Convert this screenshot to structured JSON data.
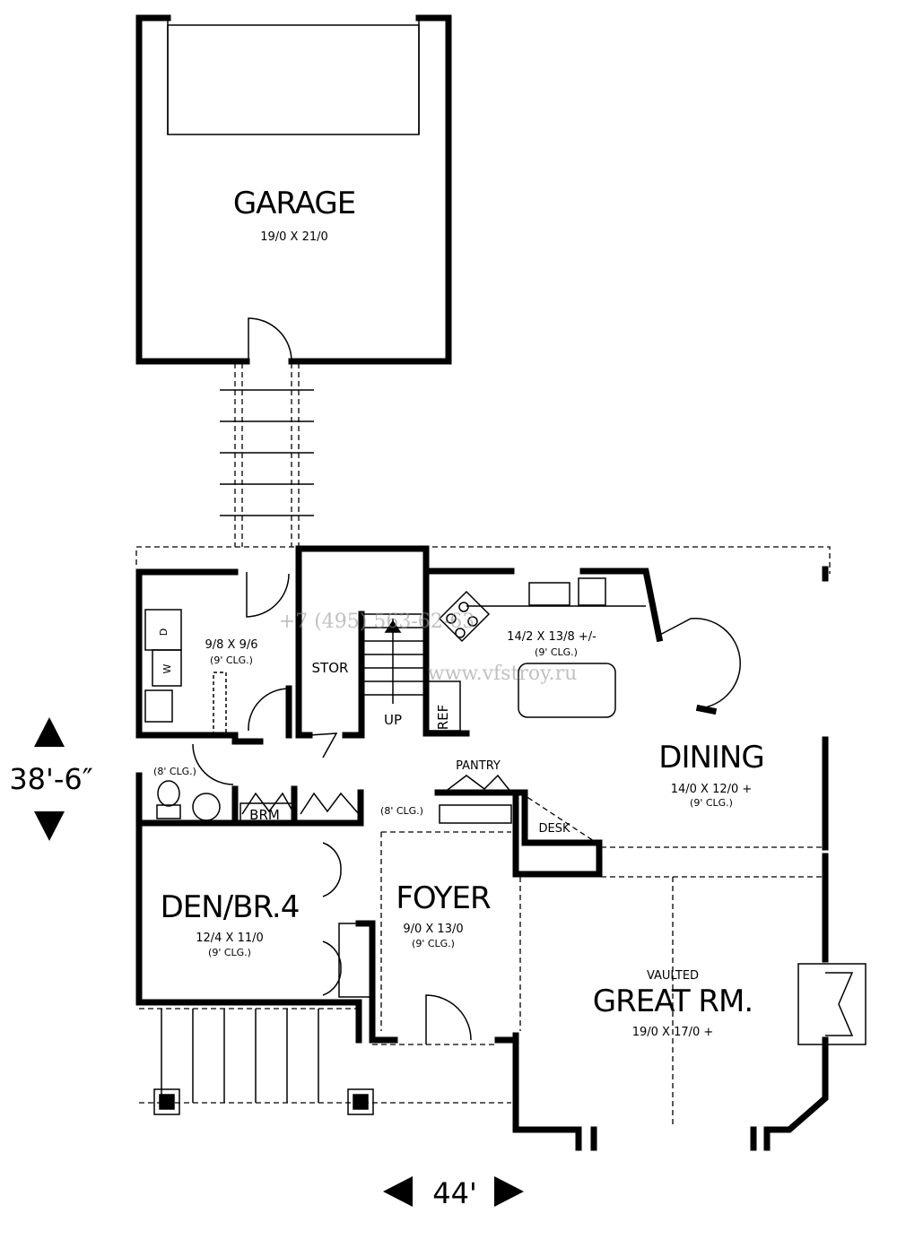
{
  "rooms": {
    "garage": {
      "name": "GARAGE",
      "size": "19/0 X 21/0"
    },
    "laundry": {
      "size": "9/8 X 9/6",
      "ceiling": "(9' CLG.)",
      "washer": "W",
      "dryer": "D"
    },
    "bath": {
      "ceiling": "(8' CLG.)"
    },
    "storage": {
      "name": "STOR"
    },
    "stairs": {
      "label": "UP"
    },
    "kitchen": {
      "size": "14/2 X 13/8 +/-",
      "ceiling": "(9' CLG.)",
      "fridge": "REF"
    },
    "broom": {
      "name": "BRM"
    },
    "pantry": {
      "name": "PANTRY",
      "ceiling": "(8' CLG.)"
    },
    "desk": {
      "name": "DESK"
    },
    "dining": {
      "name": "DINING",
      "size": "14/0 X 12/0 +",
      "ceiling": "(9' CLG.)"
    },
    "den": {
      "name": "DEN/BR.4",
      "size": "12/4 X 11/0",
      "ceiling": "(9' CLG.)"
    },
    "foyer": {
      "name": "FOYER",
      "size": "9/0 X 13/0",
      "ceiling": "(9' CLG.)"
    },
    "great_room": {
      "prefix": "VAULTED",
      "name": "GREAT RM.",
      "size": "19/0 X 17/0 +"
    }
  },
  "dimensions": {
    "depth": "38'-6″",
    "width": "44'"
  },
  "watermark": {
    "phone": "+7 (495) 563-62-63",
    "url": "www.vfstroy.ru"
  }
}
